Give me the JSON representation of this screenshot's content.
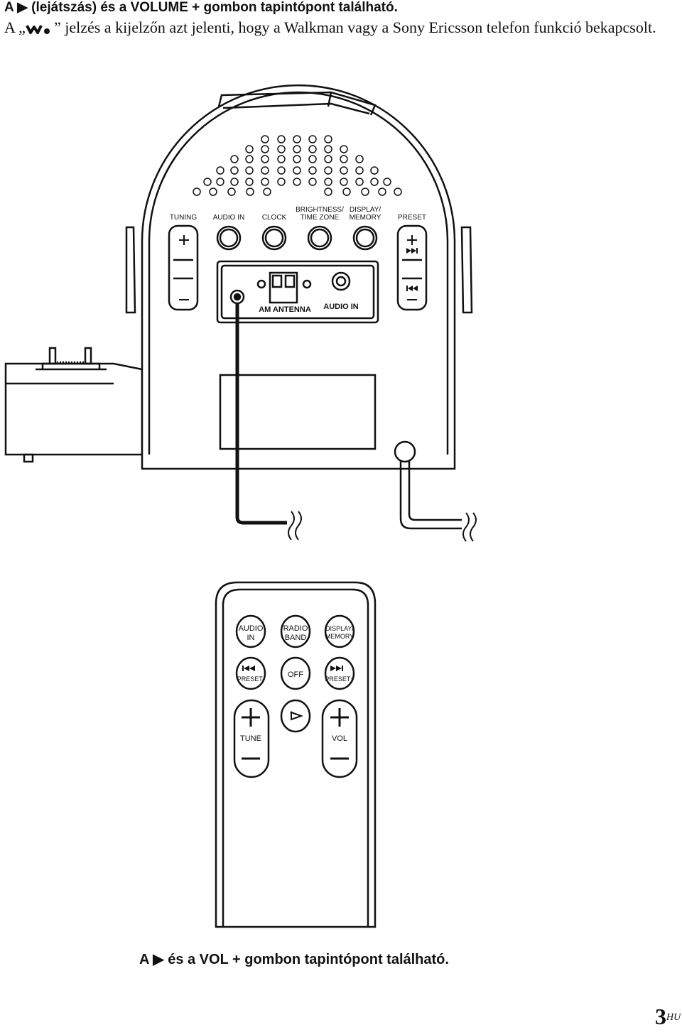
{
  "header": {
    "line1": "A ▶ (lejátszás) és a VOLUME + gombon tapintópont található."
  },
  "paragraph": {
    "part1": "A „",
    "part2": "” jelzés a kijelzőn azt jelenti, hogy a Walkman vagy a Sony Ericsson telefon funkció bekapcsolt.",
    "icon": "walkman-logo-icon"
  },
  "unit": {
    "labels": {
      "tuning": "TUNING",
      "audio_in": "AUDIO IN",
      "clock": "CLOCK",
      "brightness_1": "BRIGHTNESS/",
      "brightness_2": "TIME ZONE",
      "display_1": "DISPLAY/",
      "display_2": "MEMORY",
      "preset": "PRESET",
      "am_antenna": "AM ANTENNA",
      "audio_in_jack": "AUDIO IN"
    }
  },
  "remote": {
    "buttons": {
      "audio_in_1": "AUDIO",
      "audio_in_2": "IN",
      "radio_1": "RADIO",
      "radio_2": "BAND",
      "display_1": "DISPLAY/",
      "display_2": "MEMORY",
      "preset_minus": "PRESET-",
      "off": "OFF",
      "preset_plus": "PRESET+",
      "tune": "TUNE",
      "vol": "VOL"
    }
  },
  "caption": "A ▶ és a VOL + gombon tapintópont található.",
  "page": {
    "number": "3",
    "lang": "HU"
  }
}
